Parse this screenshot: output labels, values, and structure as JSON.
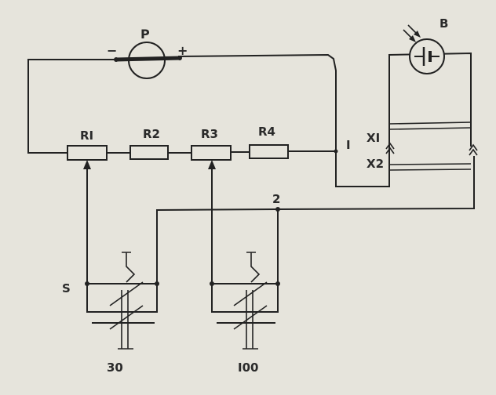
{
  "diagram": {
    "labels": {
      "meter": "P",
      "minus": "−",
      "plus": "+",
      "r1": "RI",
      "r2": "R2",
      "r3": "R3",
      "r4": "R4",
      "node1": "I",
      "node2": "2",
      "x1": "XI",
      "x2": "X2",
      "source": "B",
      "switch": "S",
      "sw_left_value": "30",
      "sw_right_value": "I00"
    },
    "colors": {
      "paper": "#e6e4dc",
      "ink": "#222222"
    }
  }
}
